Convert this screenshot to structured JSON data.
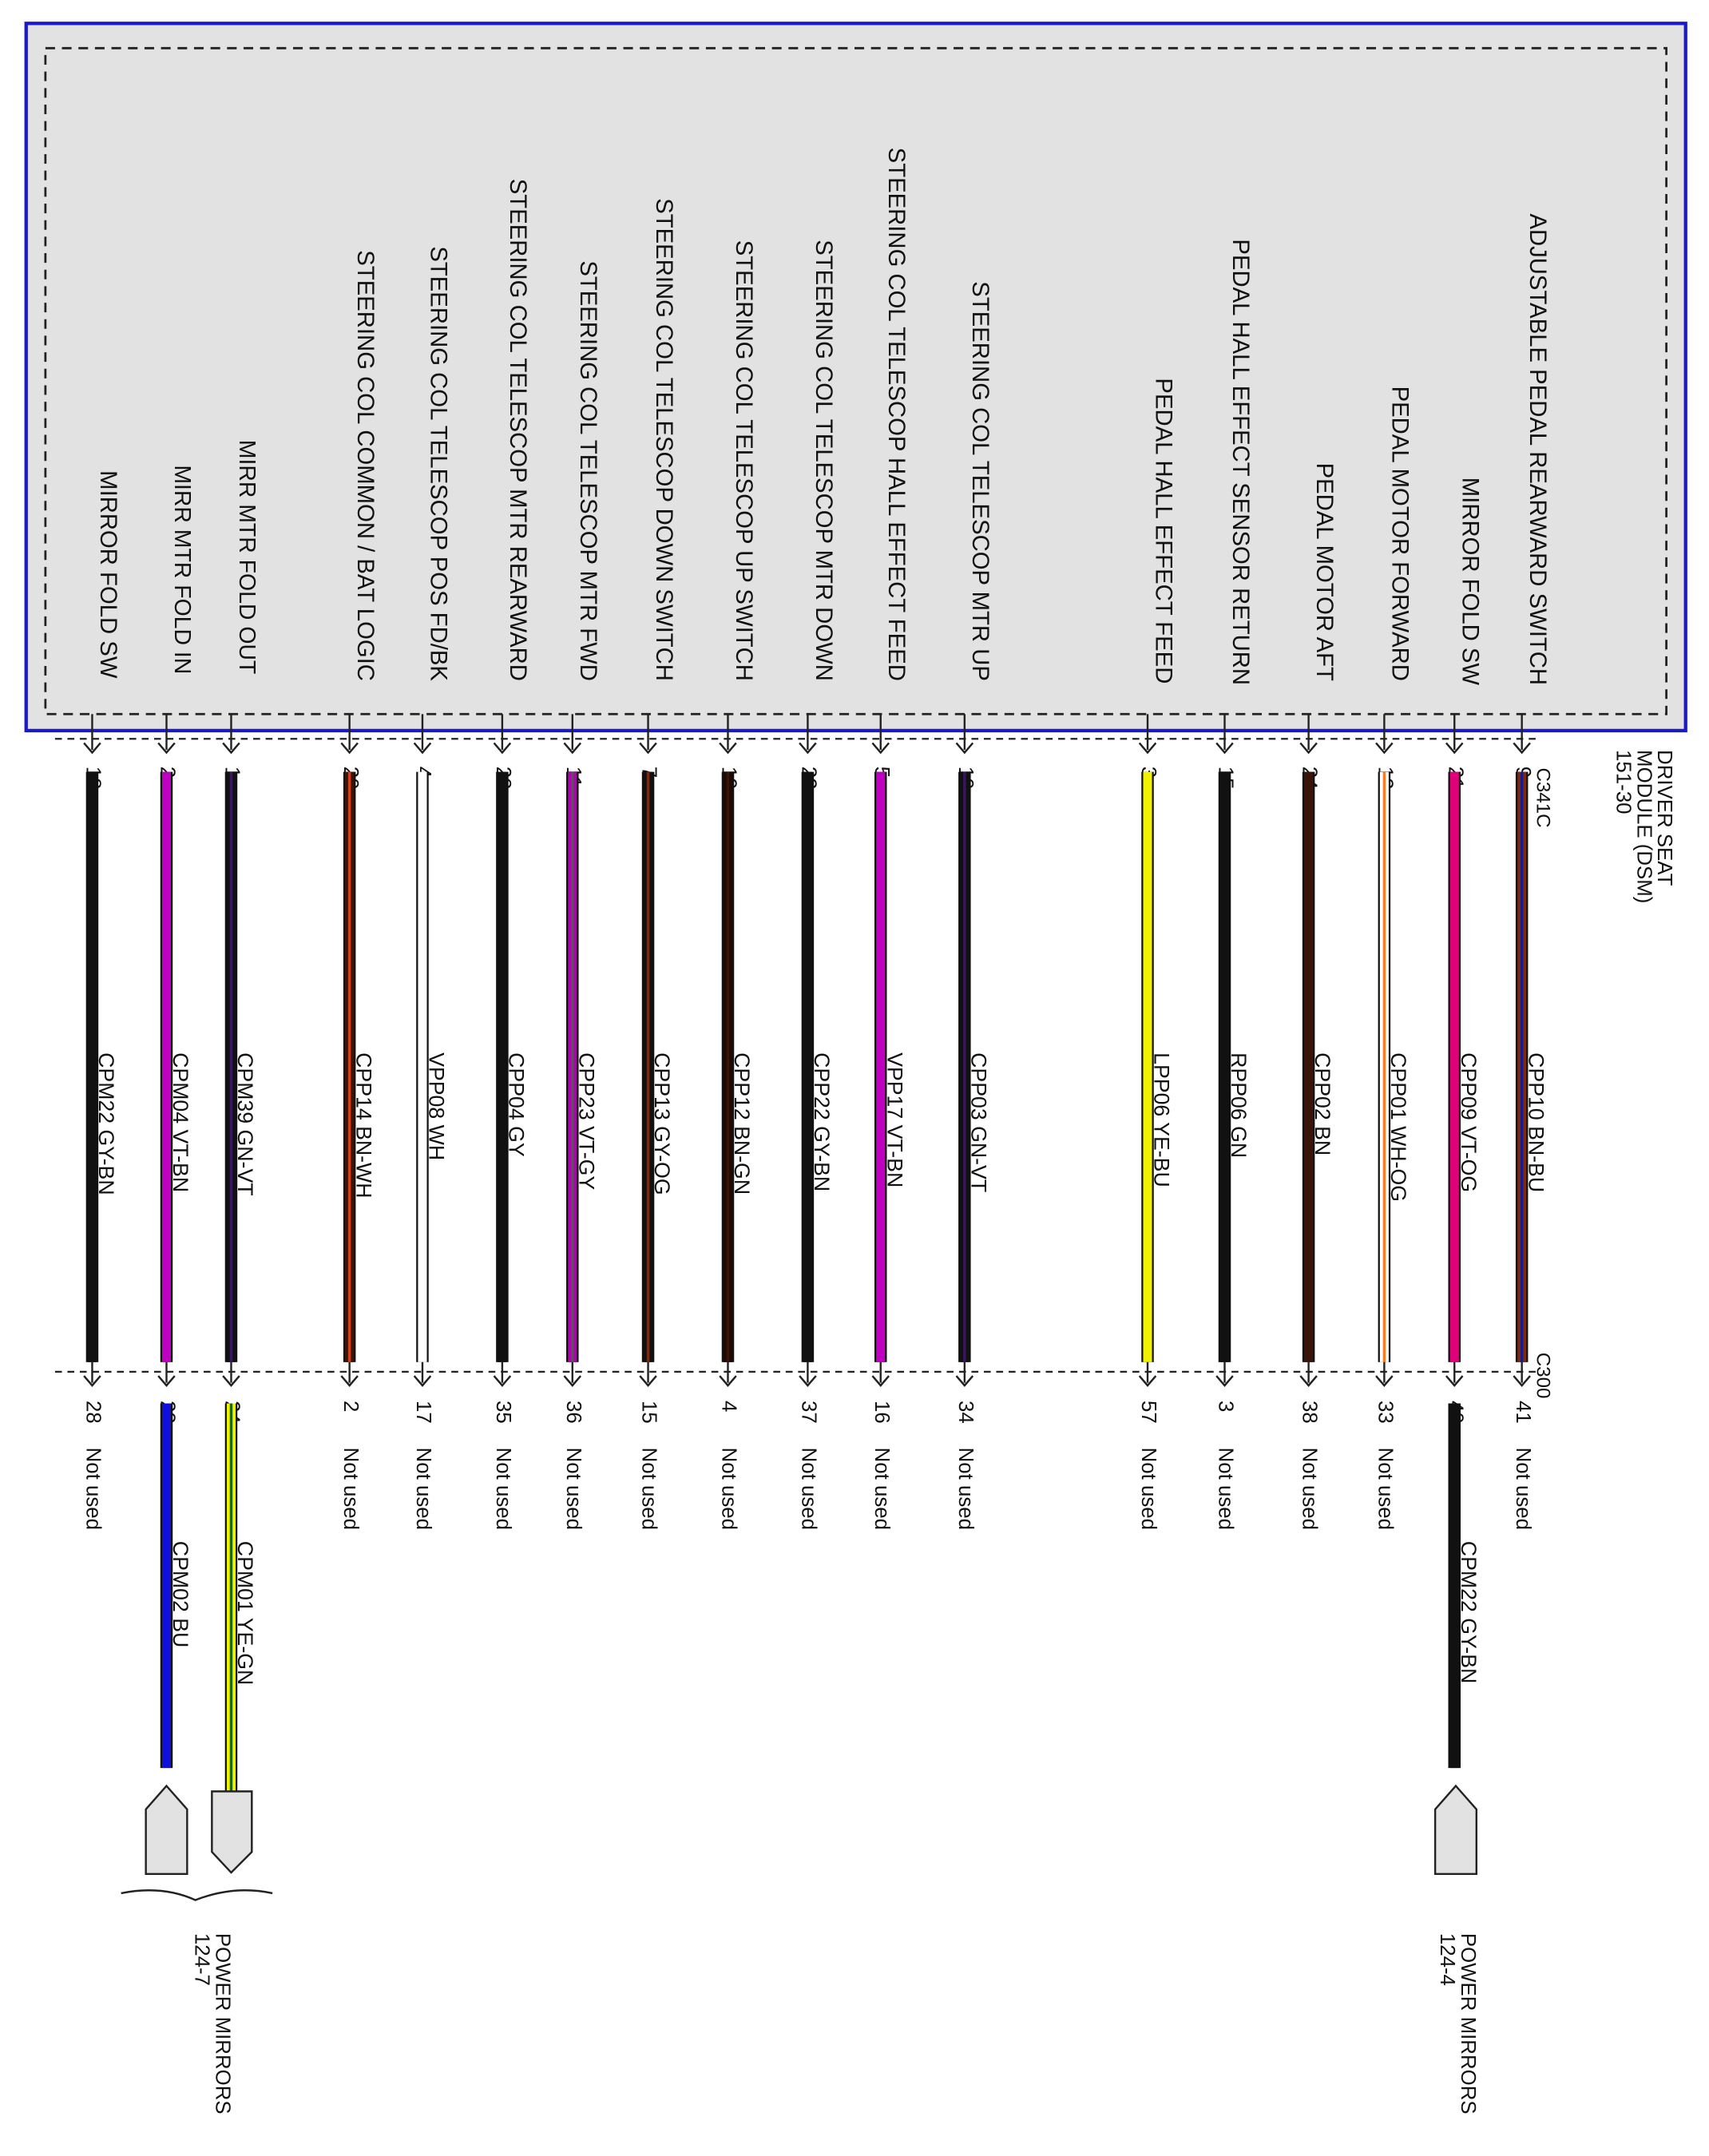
{
  "module": {
    "name_lines": [
      "DRIVER SEAT",
      "MODULE (DSM)"
    ],
    "page_ref": "151-30",
    "connector_top": "C341C",
    "connector_bottom": "C300"
  },
  "circuits": [
    {
      "id": "c-adjustable-pedal-rearward-switch",
      "function": "ADJUSTABLE PEDAL REARWARD SWITCH",
      "pin_top": "9",
      "code": "CPP10",
      "color": "BN-BU",
      "pin_bottom": "41",
      "far_end": "Not used",
      "wire_colors": [
        "#7a2a10",
        "#1a1a8a"
      ]
    },
    {
      "id": "c-mirror-fold-sw-right",
      "function": "MIRROR FOLD SW",
      "pin_top": "21",
      "code": "CPP09",
      "color": "VT-OG",
      "pin_bottom": "40",
      "far_end": "",
      "wire_colors": [
        "#e0007a",
        "#e0007a"
      ]
    },
    {
      "id": "c-pedal-motor-forward",
      "function": "PEDAL MOTOR FORWARD",
      "pin_top": "12",
      "code": "CPP01",
      "color": "WH-OG",
      "pin_bottom": "33",
      "far_end": "Not used",
      "wire_colors": [
        "#ffffff",
        "#ff7a20"
      ]
    },
    {
      "id": "c-pedal-motor-aft",
      "function": "PEDAL MOTOR AFT",
      "pin_top": "24",
      "code": "CPP02",
      "color": "BN",
      "pin_bottom": "38",
      "far_end": "Not used",
      "wire_colors": [
        "#3a1408",
        "#3a1408"
      ]
    },
    {
      "id": "c-pedal-hall-effect-sensor-return",
      "function": "PEDAL HALL EFFECT SENSOR RETURN",
      "pin_top": "15",
      "code": "RPP06",
      "color": "GN",
      "pin_bottom": "3",
      "far_end": "Not used",
      "wire_colors": [
        "#111111",
        "#111111"
      ]
    },
    {
      "id": "c-pedal-hall-effect-feed",
      "function": "PEDAL HALL EFFECT FEED",
      "pin_top": "3",
      "code": "LPP06",
      "color": "YE-BU",
      "pin_bottom": "57",
      "far_end": "Not used",
      "wire_colors": [
        "#f2f200",
        "#f2f200"
      ]
    },
    {
      "id": "c-steering-col-telescop-mtr-up",
      "function": "STEERING COL TELESCOP MTR UP",
      "pin_top": "10",
      "code": "CPP03",
      "color": "GN-VT",
      "pin_bottom": "34",
      "far_end": "Not used",
      "wire_colors": [
        "#111111",
        "#3a1660"
      ]
    },
    {
      "id": "c-steering-col-telescop-hall-effect-feed",
      "function": "STEERING COL TELESCOP HALL EFFECT FEED",
      "pin_top": "5",
      "code": "VPP17",
      "color": "VT-BN",
      "pin_bottom": "16",
      "far_end": "Not used",
      "wire_colors": [
        "#c000c0",
        "#c000c0"
      ]
    },
    {
      "id": "c-steering-col-telescop-mtr-down",
      "function": "STEERING COL TELESCOP MTR DOWN",
      "pin_top": "22",
      "code": "CPP22",
      "color": "GY-BN",
      "pin_bottom": "37",
      "far_end": "Not used",
      "wire_colors": [
        "#111111",
        "#111111"
      ]
    },
    {
      "id": "c-steering-col-telescop-up-switch",
      "function": "STEERING COL TELESCOP UP SWITCH",
      "pin_top": "19",
      "code": "CPP12",
      "color": "BN-GN",
      "pin_bottom": "4",
      "far_end": "Not used",
      "wire_colors": [
        "#1c0a04",
        "#3a1408"
      ]
    },
    {
      "id": "c-steering-col-telescop-down-switch",
      "function": "STEERING COL TELESCOP DOWN SWITCH",
      "pin_top": "7",
      "code": "CPP13",
      "color": "GY-OG",
      "pin_bottom": "15",
      "far_end": "Not used",
      "wire_colors": [
        "#111111",
        "#7a2a10"
      ]
    },
    {
      "id": "c-steering-col-telescop-mtr-fwd",
      "function": "STEERING COL TELESCOP MTR FWD",
      "pin_top": "11",
      "code": "CPP23",
      "color": "VT-GY",
      "pin_bottom": "36",
      "far_end": "Not used",
      "wire_colors": [
        "#b000b0",
        "#555555"
      ]
    },
    {
      "id": "c-steering-col-telescop-mtr-rearward",
      "function": "STEERING COL TELESCOP MTR REARWARD",
      "pin_top": "23",
      "code": "CPP04",
      "color": "GY",
      "pin_bottom": "35",
      "far_end": "Not used",
      "wire_colors": [
        "#111111",
        "#111111"
      ]
    },
    {
      "id": "c-steering-col-telescop-pos-fd-bk",
      "function": "STEERING COL TELESCOP POS FD/BK",
      "pin_top": "4",
      "code": "VPP08",
      "color": "WH",
      "pin_bottom": "17",
      "far_end": "Not used",
      "wire_colors": [
        "#ffffff",
        "#ffffff"
      ]
    },
    {
      "id": "c-steering-col-common-bat-logic",
      "function": "STEERING COL COMMON / BAT LOGIC",
      "pin_top": "20",
      "code": "CPP14",
      "color": "BN-WH",
      "pin_bottom": "2",
      "far_end": "Not used",
      "wire_colors": [
        "#3a1408",
        "#d04020"
      ]
    },
    {
      "id": "c-mirr-mtr-fold-out",
      "function": "MIRR MTR FOLD OUT",
      "pin_top": "1",
      "code": "CPM39",
      "color": "GN-VT",
      "pin_bottom": "24",
      "far_end": "",
      "wire_colors": [
        "#111111",
        "#3a1660"
      ]
    },
    {
      "id": "c-mirr-mtr-fold-in",
      "function": "MIRR MTR FOLD IN",
      "pin_top": "2",
      "code": "CPM04",
      "color": "VT-BN",
      "pin_bottom": "23",
      "far_end": "",
      "wire_colors": [
        "#c000c0",
        "#c000c0"
      ]
    },
    {
      "id": "c-mirror-fold-sw-left",
      "function": "MIRROR FOLD SW",
      "pin_top": "18",
      "code": "CPM22",
      "color": "GY-BN",
      "pin_bottom": "28",
      "far_end": "Not used",
      "wire_colors": [
        "#111111",
        "#111111"
      ]
    }
  ],
  "extensions": [
    {
      "id": "ext-right",
      "code": "CPM22",
      "color": "GY-BN",
      "wire_colors": [
        "#111111",
        "#111111"
      ]
    },
    {
      "id": "ext-fold-out",
      "code": "CPM01",
      "color": "YE-GN",
      "wire_colors": [
        "#f2f200",
        "#1a6a1a"
      ]
    },
    {
      "id": "ext-fold-in",
      "code": "CPM02",
      "color": "BU",
      "wire_colors": [
        "#1010dd",
        "#1010dd"
      ]
    }
  ],
  "destinations": [
    {
      "id": "dest-right",
      "lines": [
        "POWER MIRRORS",
        "124-4"
      ]
    },
    {
      "id": "dest-left",
      "lines": [
        "POWER MIRRORS",
        "124-7"
      ]
    }
  ],
  "colors": {
    "module_fill": "#e2e2e2",
    "module_border": "#1a1acc",
    "dashed": "#222222",
    "connector_fill": "#e2e2e2"
  }
}
